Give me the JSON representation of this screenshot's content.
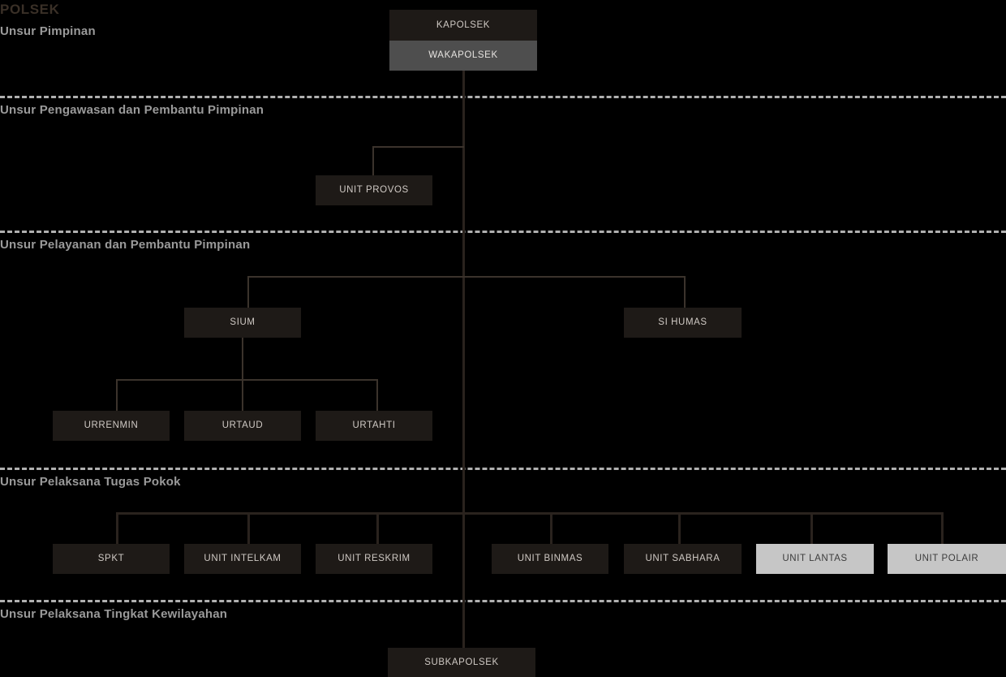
{
  "meta": {
    "brand": "POLSEK",
    "colors": {
      "background": "#000000",
      "node_dark_bg": "#1e1a17",
      "node_dark_text": "#cfc9c4",
      "node_mid_bg": "#4e4e4e",
      "node_mid_text": "#e6e3e0",
      "node_light_bg": "#c6c6c6",
      "node_light_text": "#3c3c3c",
      "connector": "#2a231e",
      "divider": "#b0b0b0",
      "section_label": "#9a9a9a"
    }
  },
  "sections": [
    {
      "id": "pimpinan",
      "label": "Unsur Pimpinan"
    },
    {
      "id": "pengawasan",
      "label": "Unsur Pengawasan dan Pembantu Pimpinan"
    },
    {
      "id": "pelayanan",
      "label": "Unsur Pelayanan dan Pembantu Pimpinan"
    },
    {
      "id": "pelaksana",
      "label": "Unsur Pelaksana Tugas Pokok"
    },
    {
      "id": "kewilayahan",
      "label": "Unsur Pelaksana Tingkat Kewilayahan"
    }
  ],
  "nodes": {
    "kapolsek": {
      "label": "KAPOLSEK",
      "style": "dark"
    },
    "wakapolsek": {
      "label": "WAKAPOLSEK",
      "style": "mid"
    },
    "unit_provos": {
      "label": "UNIT PROVOS",
      "style": "dark"
    },
    "sium": {
      "label": "SIUM",
      "style": "dark"
    },
    "si_humas": {
      "label": "SI HUMAS",
      "style": "dark"
    },
    "urrenmin": {
      "label": "URRENMIN",
      "style": "dark"
    },
    "urtaud": {
      "label": "URTAUD",
      "style": "dark"
    },
    "urtahti": {
      "label": "URTAHTI",
      "style": "dark"
    },
    "spkt": {
      "label": "SPKT",
      "style": "dark"
    },
    "unit_intelkam": {
      "label": "UNIT INTELKAM",
      "style": "dark"
    },
    "unit_reskrim": {
      "label": "UNIT RESKRIM",
      "style": "dark"
    },
    "unit_binmas": {
      "label": "UNIT BINMAS",
      "style": "dark"
    },
    "unit_sabhara": {
      "label": "UNIT SABHARA",
      "style": "dark"
    },
    "unit_lantas": {
      "label": "UNIT LANTAS",
      "style": "light"
    },
    "unit_polair": {
      "label": "UNIT POLAIR",
      "style": "light"
    },
    "subkapolsek": {
      "label": "SUBKAPOLSEK",
      "style": "dark"
    }
  }
}
